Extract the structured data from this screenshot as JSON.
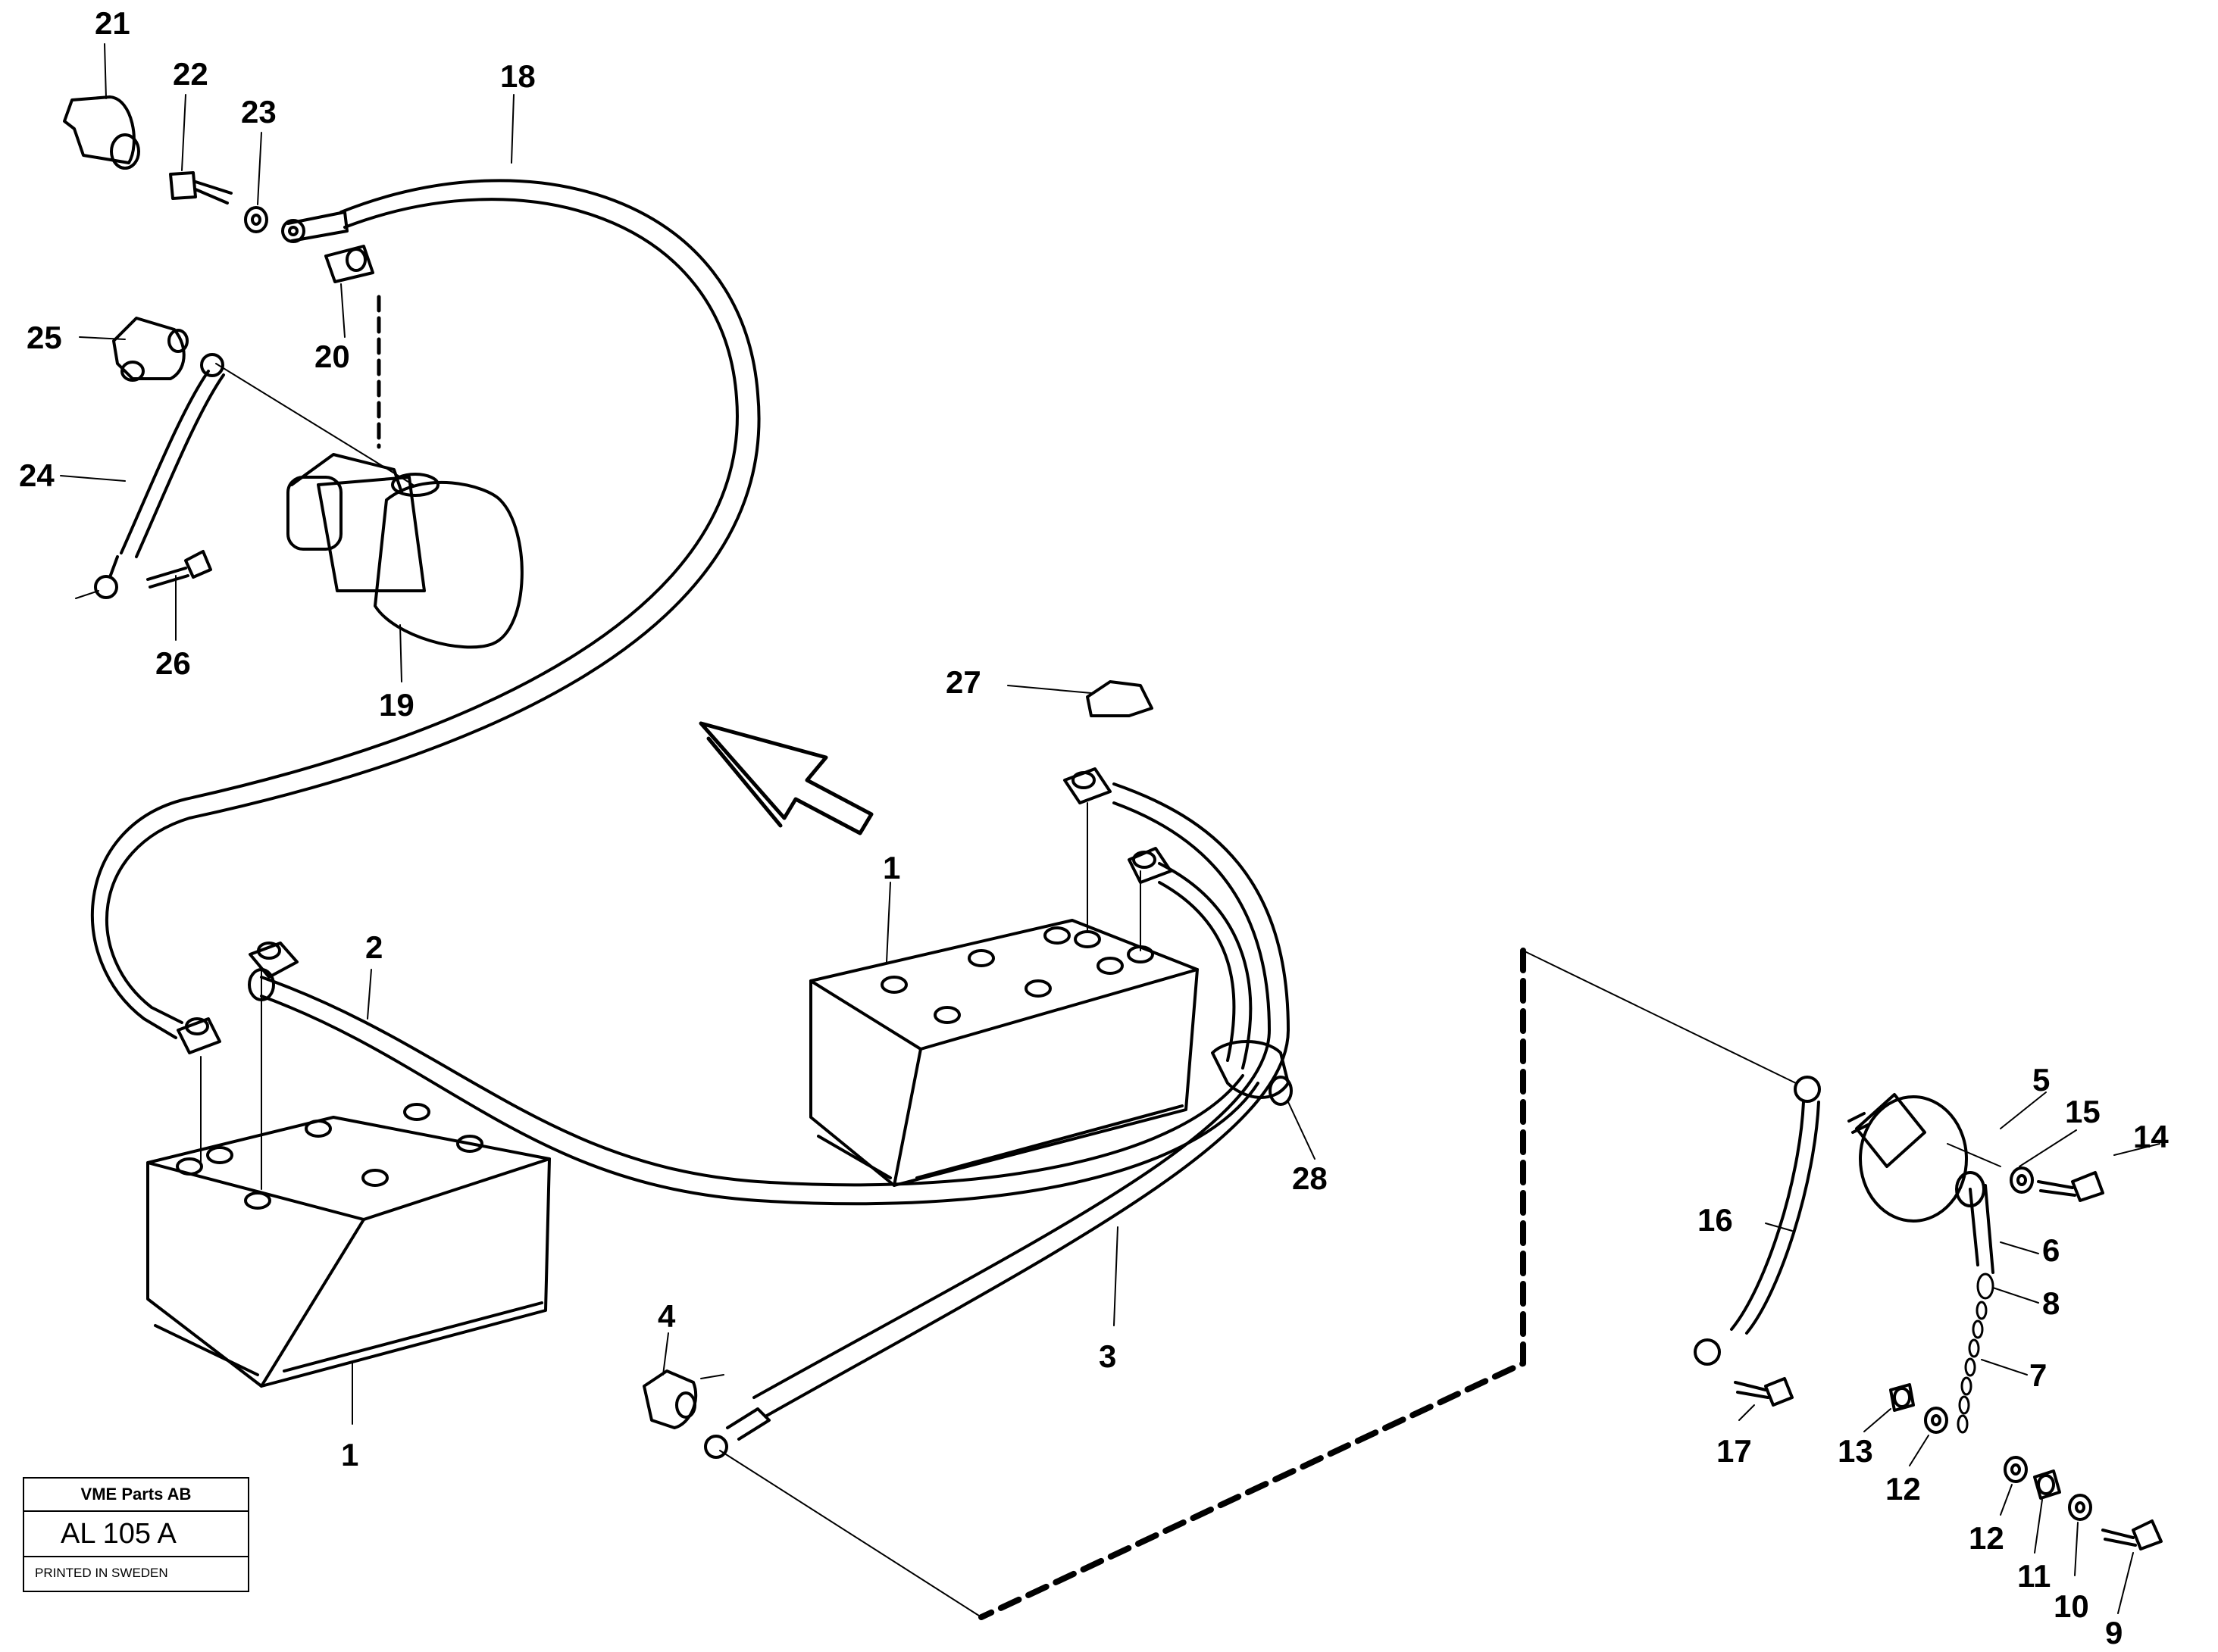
{
  "callouts": {
    "c21": "21",
    "c22": "22",
    "c23": "23",
    "c18": "18",
    "c25": "25",
    "c20": "20",
    "c24": "24",
    "c26": "26",
    "c19": "19",
    "c27": "27",
    "c1a": "1",
    "c2": "2",
    "c1b": "1",
    "c28": "28",
    "c3": "3",
    "c4": "4",
    "c5": "5",
    "c15": "15",
    "c14": "14",
    "c16": "16",
    "c6": "6",
    "c8": "8",
    "c7": "7",
    "c17": "17",
    "c13": "13",
    "c12a": "12",
    "c12b": "12",
    "c11": "11",
    "c10": "10",
    "c9": "9"
  },
  "stamp": {
    "company": "VME Parts AB",
    "code": "AL 105 A",
    "printed": "PRINTED IN SWEDEN"
  }
}
